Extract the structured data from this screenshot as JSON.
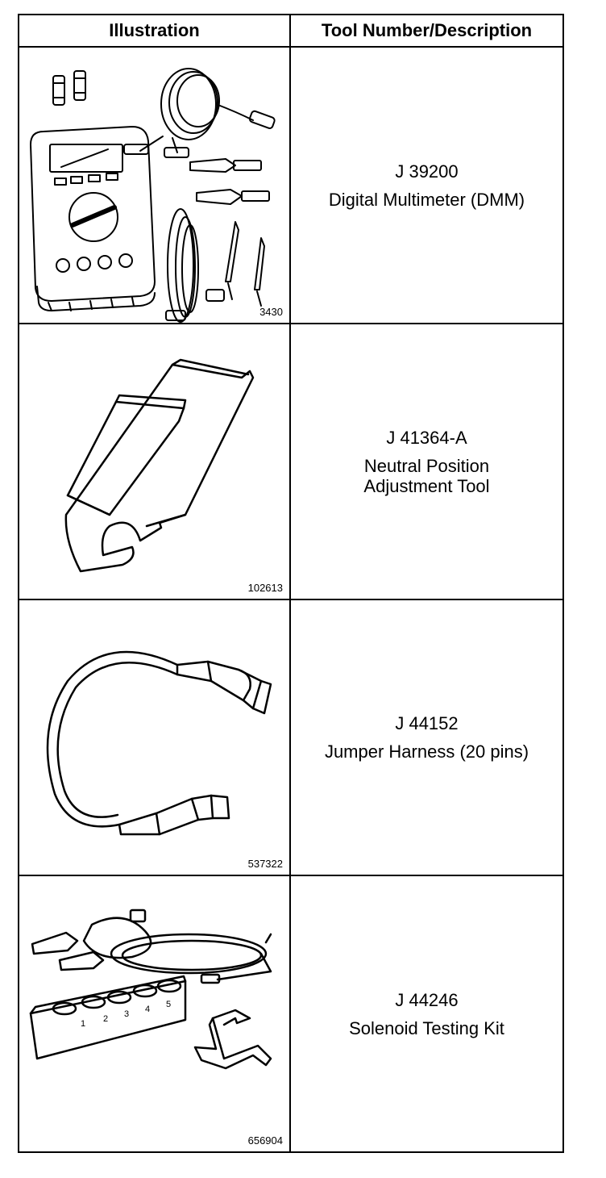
{
  "table": {
    "headers": {
      "illustration": "Illustration",
      "tool": "Tool Number/Description"
    },
    "rows": [
      {
        "figure_number": "3430",
        "tool_number": "J 39200",
        "description_lines": [
          "Digital Multimeter (DMM)"
        ]
      },
      {
        "figure_number": "102613",
        "tool_number": "J 41364-A",
        "description_lines": [
          "Neutral Position",
          "Adjustment Tool"
        ]
      },
      {
        "figure_number": "537322",
        "tool_number": "J 44152",
        "description_lines": [
          "Jumper Harness (20 pins)"
        ]
      },
      {
        "figure_number": "656904",
        "tool_number": "J 44246",
        "description_lines": [
          "Solenoid Testing Kit"
        ]
      }
    ]
  },
  "illustrations": {
    "solenoid_block_labels": [
      "1",
      "2",
      "3",
      "4",
      "5"
    ]
  }
}
